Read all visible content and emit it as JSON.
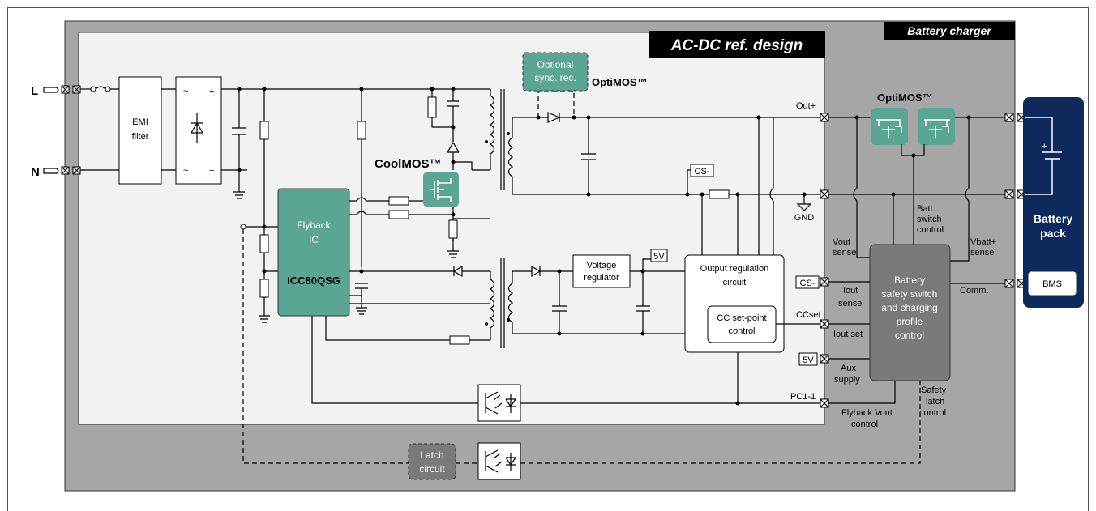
{
  "titles": {
    "ac_dc": "AC-DC ref. design",
    "battery_charger": "Battery charger"
  },
  "inputs": {
    "L": "L",
    "N": "N"
  },
  "blocks": {
    "emi_line1": "EMI",
    "emi_line2": "filter",
    "flyback_line1": "Flyback",
    "flyback_line2": "IC",
    "flyback_part": "ICC80QSG",
    "opt_sync_line1": "Optional",
    "opt_sync_line2": "sync. rec.",
    "voltage_reg_line1": "Voltage",
    "voltage_reg_line2": "regulator",
    "out_reg_line1": "Output regulation",
    "out_reg_line2": "circuit",
    "cc_line1": "CC set-point",
    "cc_line2": "control",
    "bss_line1": "Battery",
    "bss_line2": "safety switch",
    "bss_line3": "and charging",
    "bss_line4": "profile",
    "bss_line5": "control",
    "latch_line1": "Latch",
    "latch_line2": "circuit",
    "battery_line1": "Battery",
    "battery_line2": "pack",
    "bms": "BMS"
  },
  "labels": {
    "coolmos": "CoolMOS™",
    "optimos1": "OptiMOS™",
    "optimos2": "OptiMOS™",
    "out_plus": "Out+",
    "gnd": "GND",
    "cs_minus_1": "CS-",
    "cs_minus_2": "CS-",
    "fivev_1": "5V",
    "fivev_2": "5V",
    "ccset": "CCset",
    "pc1": "PC1-1",
    "iout_sense_1": "Iout",
    "iout_sense_2": "sense",
    "iout_set": "Iout set",
    "aux_1": "Aux",
    "aux_2": "supply",
    "comm": "Comm.",
    "vout_sense_1": "Vout",
    "vout_sense_2": "sense",
    "vbatt_sense_1": "Vbatt+",
    "vbatt_sense_2": "sense",
    "batt_switch_1": "Batt.",
    "batt_switch_2": "switch",
    "batt_switch_3": "control",
    "flyback_vout_1": "Flyback Vout",
    "flyback_vout_2": "control",
    "safety_latch_1": "Safety",
    "safety_latch_2": "latch",
    "safety_latch_3": "control",
    "rect_tilde_1": "~",
    "rect_tilde_2": "~",
    "rect_plus": "+",
    "rect_minus": "−",
    "battery_plus": "+"
  },
  "colors": {
    "teal": "#5aa692",
    "navy": "#0e2a5c",
    "gray_area": "#a6a6a6",
    "inner_area": "#f2f2f2",
    "dark_gray": "#7a7a7a"
  }
}
